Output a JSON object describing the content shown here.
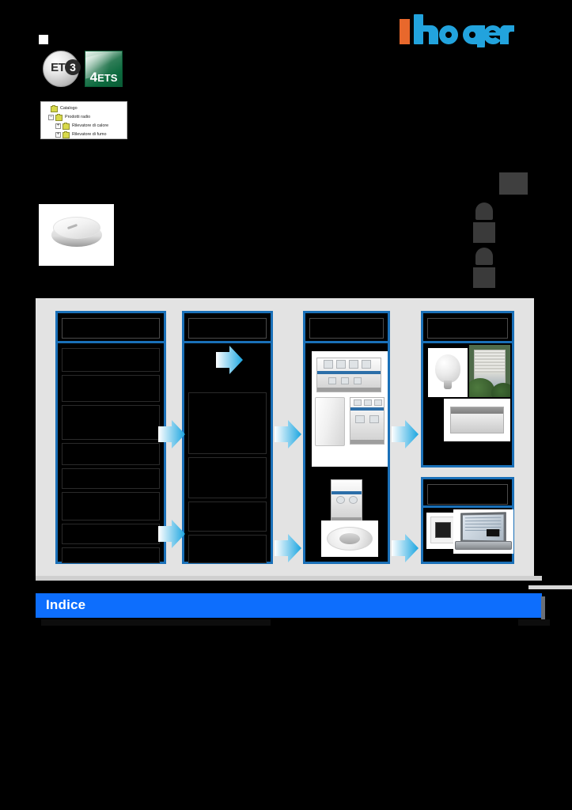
{
  "page": {
    "background_color": "#000000",
    "accent_blue": "#1a70b8",
    "banner_blue": "#0d6efd",
    "arrow_blue": "#1ba5e0",
    "logo_orange": "#e8682c",
    "logo_blue": "#22a3dd"
  },
  "brand": {
    "name": "hager",
    "logo_name": "hager-logo"
  },
  "badges": [
    {
      "id": "ets3",
      "label": "ETS",
      "number": "3",
      "style": "silver-disc"
    },
    {
      "id": "ets4",
      "label": "ETS",
      "number": "4",
      "style": "green-square"
    }
  ],
  "tree": {
    "name": "catalogo-tree",
    "items": [
      {
        "label": "Catalogo",
        "level": 1,
        "expander": "",
        "has_expander": false
      },
      {
        "label": "Prodotti radio",
        "level": 2,
        "expander": "−",
        "has_expander": true
      },
      {
        "label": "Rilevatore di calore",
        "level": 3,
        "expander": "+",
        "has_expander": true
      },
      {
        "label": "Rilevatore di fumo",
        "level": 3,
        "expander": "+",
        "has_expander": true
      }
    ]
  },
  "product_photo": {
    "name": "smoke-detector-photo",
    "alt": "Rilevatore di fumo"
  },
  "index_tabs": [
    {
      "name": "index-tab-0"
    },
    {
      "name": "index-tab-1"
    },
    {
      "name": "index-tab-2"
    },
    {
      "name": "index-tab-3"
    },
    {
      "name": "index-tab-4"
    }
  ],
  "diagram": {
    "name": "system-overview-diagram",
    "columns": [
      {
        "name": "column-inputs",
        "header_redacted": true,
        "cells": [
          {
            "redacted": true
          },
          {
            "redacted": true
          },
          {
            "redacted": true
          },
          {
            "redacted": true
          },
          {
            "redacted": true
          },
          {
            "redacted": true
          },
          {
            "redacted": true
          },
          {
            "redacted": true
          }
        ]
      },
      {
        "name": "column-media",
        "header_redacted": true,
        "cells": [
          {
            "redacted": true
          },
          {
            "redacted": true
          },
          {
            "redacted": true
          },
          {
            "redacted": true
          }
        ]
      },
      {
        "name": "column-actuators",
        "header_redacted": true,
        "images": [
          "din-rail-module",
          "enclosure-box",
          "din-rail-actuator",
          "din-rail-controller",
          "motion-detector"
        ]
      },
      {
        "name": "column-loads",
        "header_redacted": true,
        "sections": [
          {
            "name": "loads-section",
            "images": [
              "light-bulb",
              "window-blinds",
              "heater-panel"
            ]
          },
          {
            "name": "visualization-section",
            "images": [
              "touch-panel",
              "laptop"
            ]
          }
        ]
      }
    ],
    "arrows": [
      {
        "name": "arrow-col1-col2-upper"
      },
      {
        "name": "arrow-col1-col2-lower"
      },
      {
        "name": "arrow-col2-top"
      },
      {
        "name": "arrow-col2-col3-upper"
      },
      {
        "name": "arrow-col2-col3-lower"
      },
      {
        "name": "arrow-col3-col4-upper"
      },
      {
        "name": "arrow-col3-col4-lower"
      }
    ]
  },
  "footer": {
    "banner_title": "Indice",
    "banner_name": "indice-banner"
  }
}
